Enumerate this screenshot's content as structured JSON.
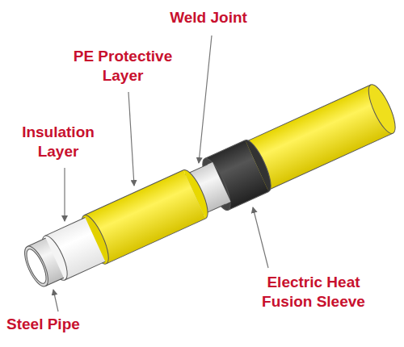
{
  "diagram": {
    "labels": [
      "Weld Joint",
      "PE Protective Layer",
      "Insulation Layer",
      "Steel Pipe",
      "Electric Heat Fusion Sleeve"
    ]
  }
}
